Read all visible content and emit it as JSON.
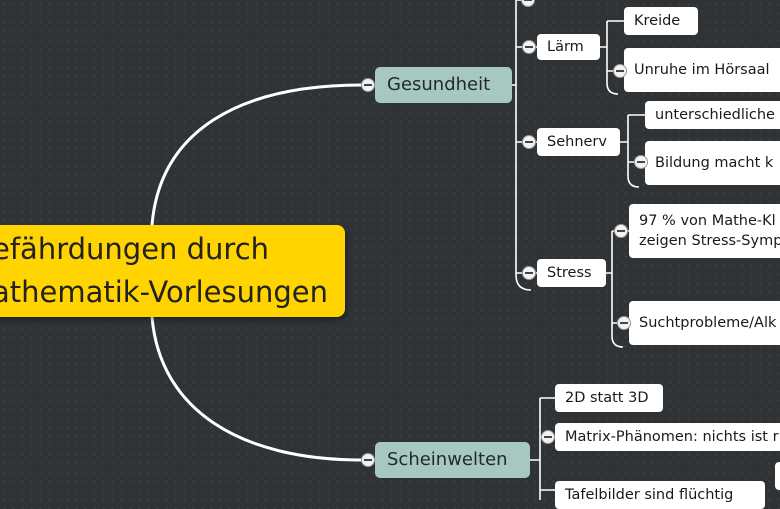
{
  "root": {
    "line1": "efährdungen durch",
    "line2": "athematik-Vorlesungen"
  },
  "main_topics": {
    "gesundheit": "Gesundheit",
    "scheinwelten": "Scheinwelten"
  },
  "gesundheit": {
    "laerm": {
      "label": "Lärm",
      "children": [
        "Kreide",
        "Unruhe im Hörsaal"
      ]
    },
    "sehnerv": {
      "label": "Sehnerv",
      "children": [
        "unterschiedliche",
        "Bildung macht k"
      ]
    },
    "stress": {
      "label": "Stress",
      "children": [
        "97 % von Mathe-Kl\nzeigen Stress-Symp",
        "Suchtprobleme/Alk"
      ]
    }
  },
  "scheinwelten": {
    "children": [
      "2D statt 3D",
      "Matrix-Phänomen: nichts ist r",
      "Tafelbilder sind flüchtig"
    ]
  },
  "colors": {
    "background": "#2f3336",
    "root": "#ffd400",
    "main_topic": "#a7c7c1",
    "subtopic": "#ffffff",
    "connector": "#ffffff"
  }
}
